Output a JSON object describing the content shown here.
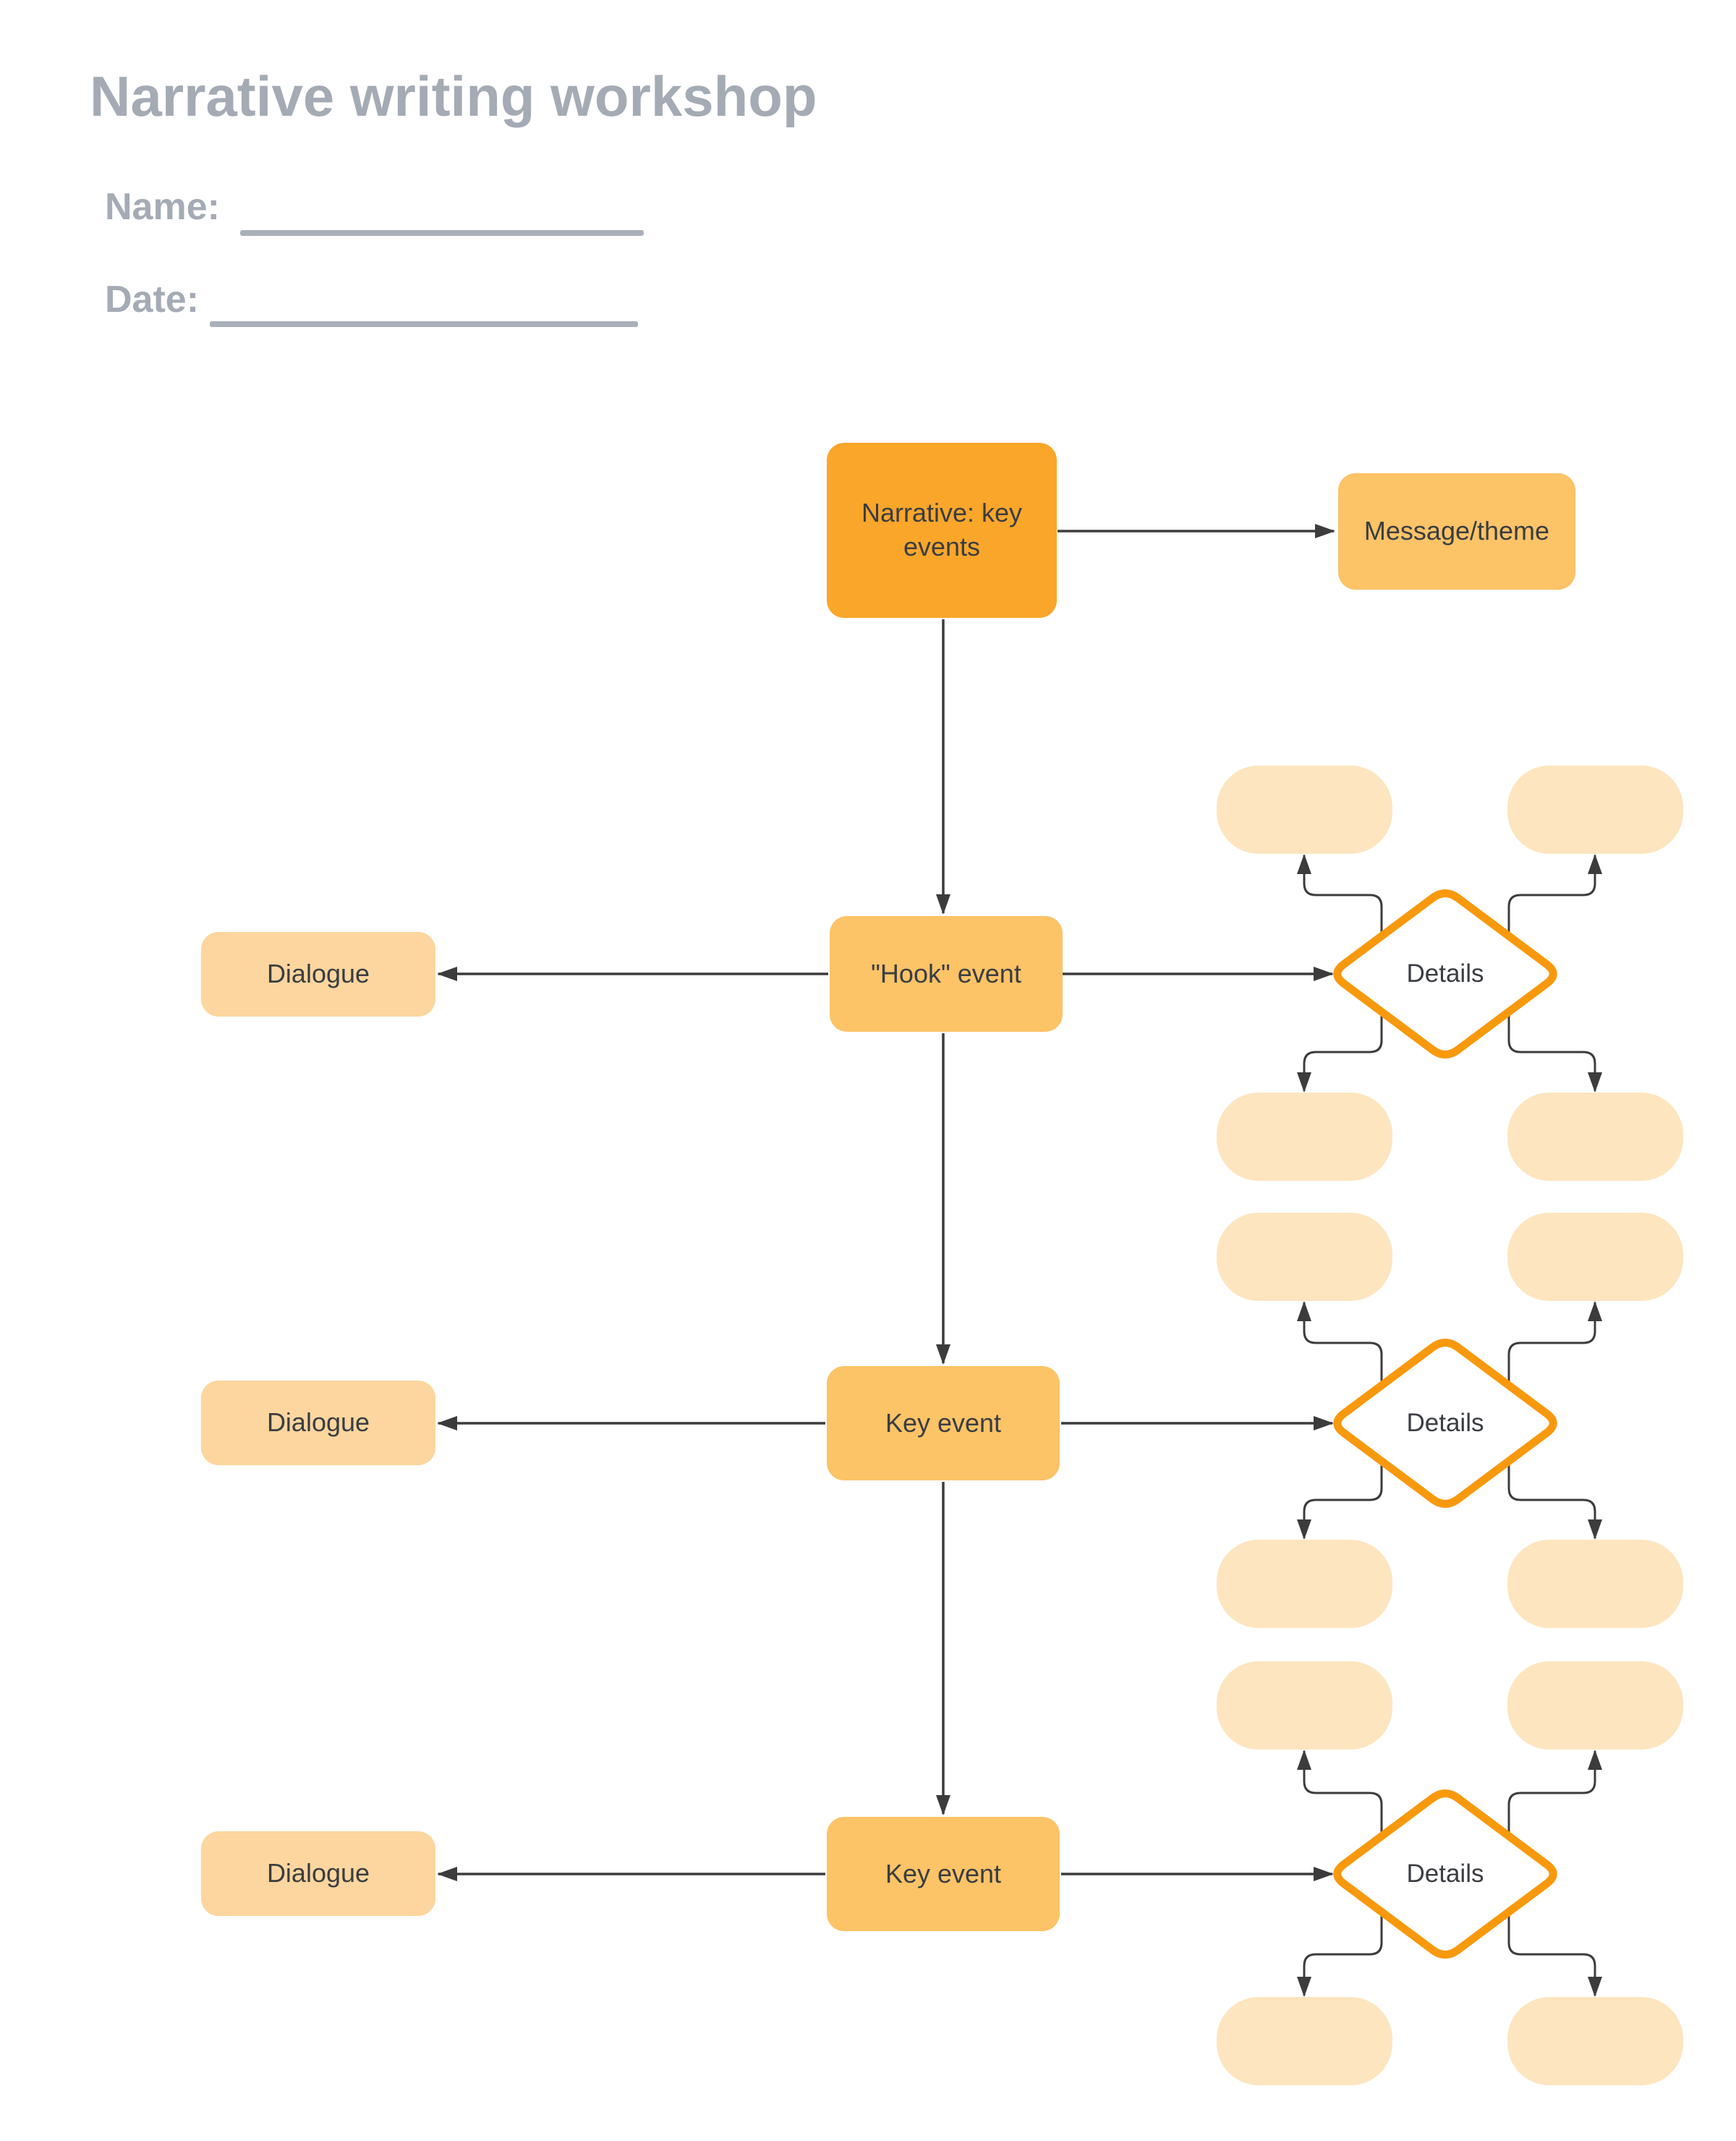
{
  "title": "Narrative writing workshop",
  "form": {
    "name_label": "Name:",
    "date_label": "Date:"
  },
  "diagram": {
    "root_label": "Narrative: key events",
    "message_label": "Message/theme",
    "rows": [
      {
        "event_label": "\"Hook\" event",
        "dialogue_label": "Dialogue",
        "details_label": "Details"
      },
      {
        "event_label": "Key event",
        "dialogue_label": "Dialogue",
        "details_label": "Details"
      },
      {
        "event_label": "Key event",
        "dialogue_label": "Dialogue",
        "details_label": "Details"
      }
    ]
  },
  "colors": {
    "canvas_bg": "#FFFFFF",
    "heading_gray": "#A4ABB5",
    "line_gray": "#A9B0BA",
    "node_dark_orange": "#FAA62B",
    "node_orange": "#FCC367",
    "node_light_orange": "#FCD69E",
    "pill_peach": "#FDE5BF",
    "diamond_border_orange": "#F8990D",
    "arrow_dark": "#3C3C3C",
    "label_dark": "#3A3D42"
  }
}
